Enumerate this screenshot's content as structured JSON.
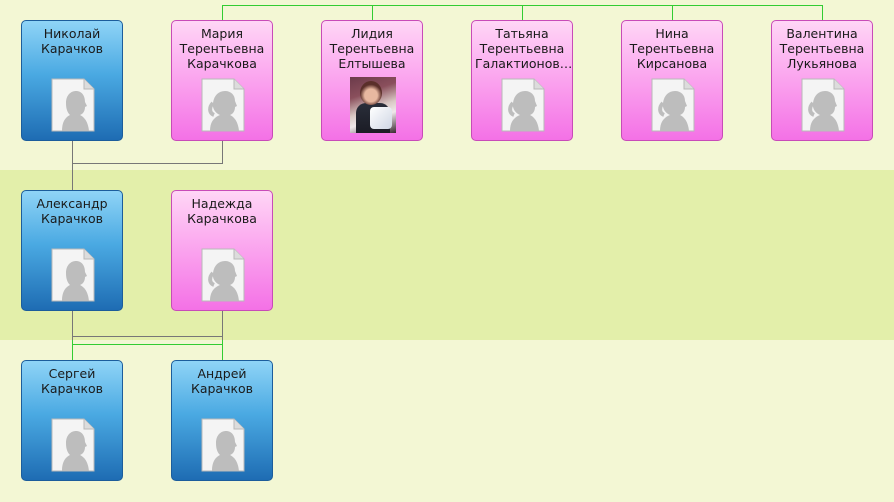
{
  "people": [
    {
      "id": "nikolai",
      "name": "Николай\nКарачков",
      "gender": "male"
    },
    {
      "id": "maria",
      "name": "Мария\nТерентьевна\nКарачкова",
      "gender": "female"
    },
    {
      "id": "lidia",
      "name": "Лидия\nТерентьевна\nЕлтышева",
      "gender": "female",
      "photo": true
    },
    {
      "id": "tatyana",
      "name": "Татьяна\nТерентьевна\nГалактионов…",
      "gender": "female"
    },
    {
      "id": "nina",
      "name": "Нина\nТерентьевна\nКирсанова",
      "gender": "female"
    },
    {
      "id": "valentina",
      "name": "Валентина\nТерентьевна\nЛукьянова",
      "gender": "female"
    },
    {
      "id": "alexandr",
      "name": "Александр\nКарачков",
      "gender": "male"
    },
    {
      "id": "nadezhda",
      "name": "Надежда\nКарачкова",
      "gender": "female"
    },
    {
      "id": "sergei",
      "name": "Сергей\nКарачков",
      "gender": "male"
    },
    {
      "id": "andrei",
      "name": "Андрей\nКарачков",
      "gender": "male"
    }
  ],
  "colors": {
    "sibling_line": "#33cc33",
    "couple_line": "#777777",
    "band_light": "#f3f7d4",
    "band_dark": "#e3efaa",
    "male_card": "#4aa9e2",
    "female_card": "#fba8ef"
  },
  "icons": {
    "male_placeholder": "male-silhouette-icon",
    "female_placeholder": "female-silhouette-icon"
  }
}
